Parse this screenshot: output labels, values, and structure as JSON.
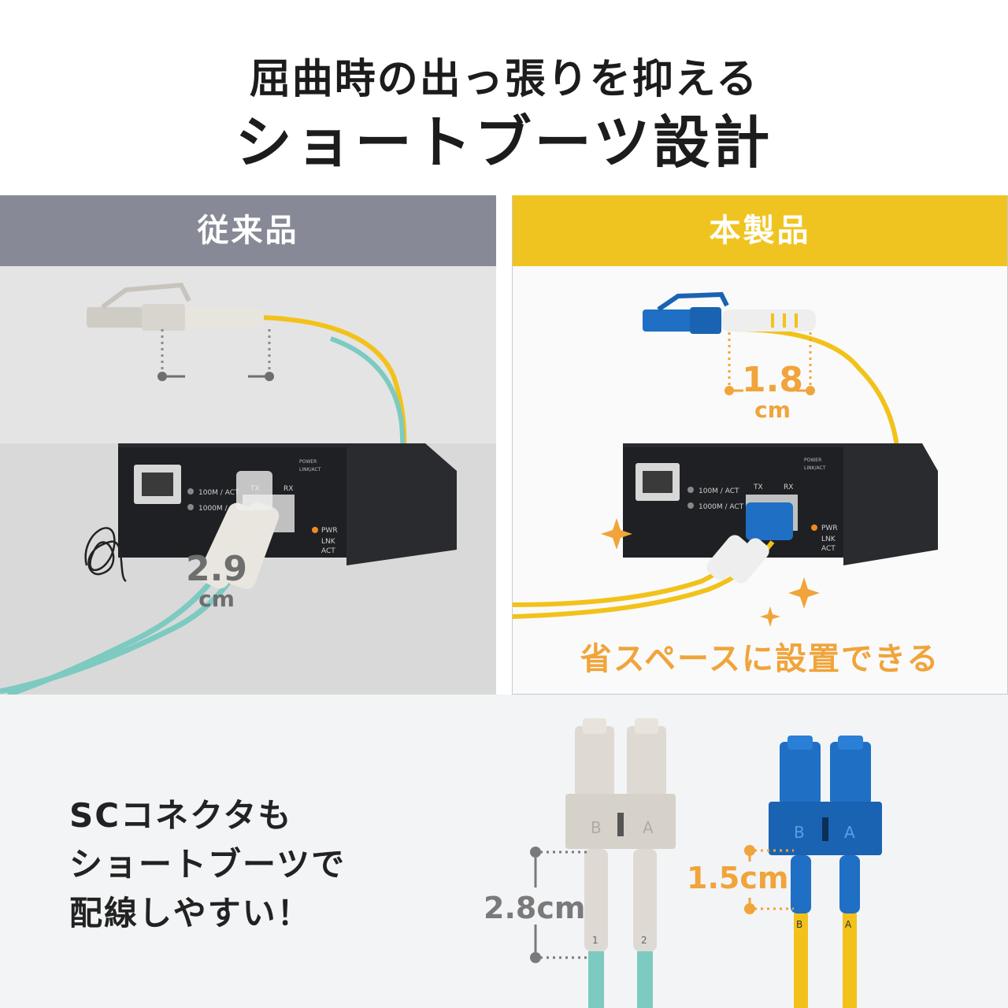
{
  "headline": {
    "line1": "屈曲時の出っ張りを抑える",
    "line2": "ショートブーツ設計"
  },
  "left_panel": {
    "header": "従来品",
    "measure_value": "2.9",
    "measure_unit": "cm",
    "device_labels": {
      "port1": "100M / ACT",
      "port2": "1000M / ACT",
      "tx": "TX",
      "rx": "RX",
      "pwr": "PWR",
      "lnk": "LNK",
      "act": "ACT",
      "power": "POWER",
      "linkact": "LINK/ACT"
    }
  },
  "right_panel": {
    "header": "本製品",
    "measure_value": "1.8",
    "measure_unit": "cm",
    "caption": "省スペースに設置できる",
    "device_labels": {
      "port1": "100M / ACT",
      "port2": "1000M / ACT",
      "tx": "TX",
      "rx": "RX",
      "pwr": "PWR",
      "lnk": "LNK",
      "act": "ACT",
      "power": "POWER",
      "linkact": "LINK/ACT"
    }
  },
  "bottom": {
    "text_line1": "SCコネクタも",
    "text_line2": "ショートブーツで",
    "text_line3": "配線しやすい！",
    "old_measure": "2.8cm",
    "new_measure": "1.5cm",
    "old_label_b": "B",
    "old_label_a": "A",
    "new_label_b": "B",
    "new_label_a": "A",
    "old_cable_1": "1",
    "old_cable_2": "2",
    "new_cable_b": "B",
    "new_cable_a": "A"
  },
  "colors": {
    "gray_header": "#878a96",
    "yellow_header": "#f0c420",
    "orange_accent": "#f0a43a",
    "gray_accent": "#7a7a7a",
    "old_cable": "#7ccac0",
    "new_cable": "#f2c21a",
    "new_connector": "#1f6fc4"
  },
  "icons": [
    "tangle-icon",
    "sparkle-icon"
  ]
}
